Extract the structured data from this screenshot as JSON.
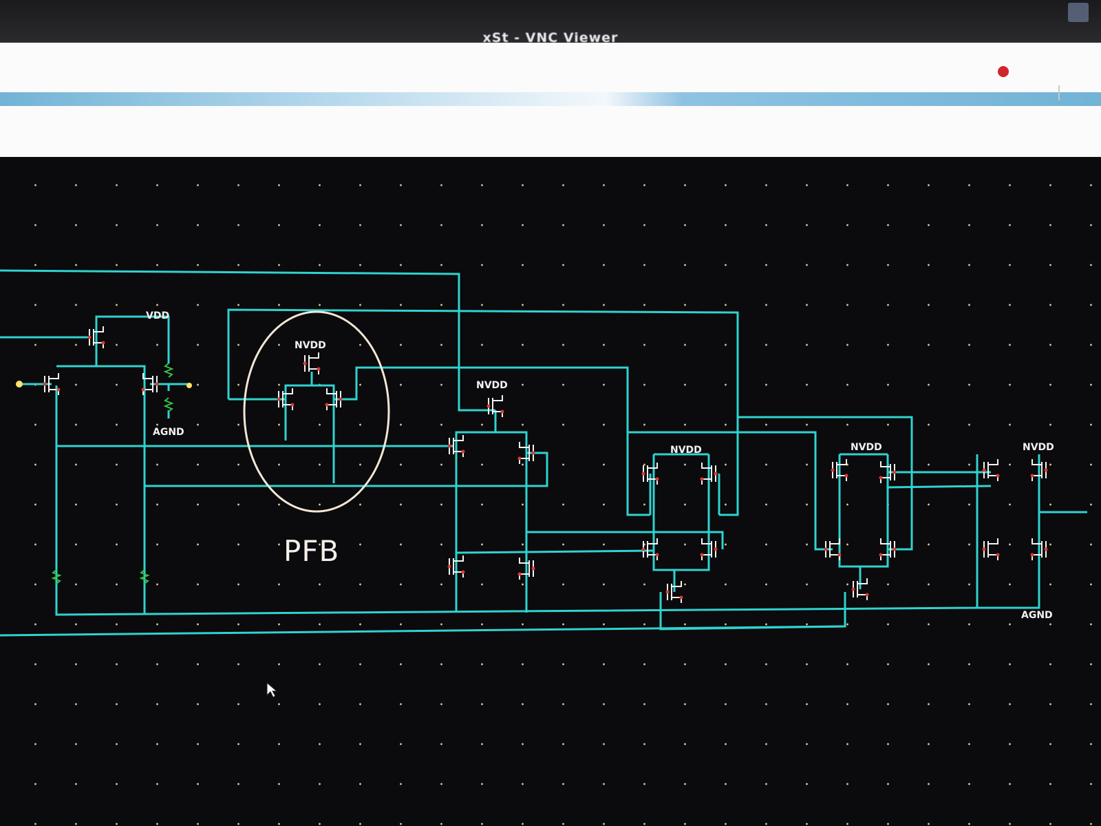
{
  "window": {
    "title": "xSt - VNC Viewer"
  },
  "schematic": {
    "labels": {
      "vdd": "VDD",
      "agnd_left": "AGND",
      "pfb_vdd": "NVDD",
      "stage1_vdd": "NVDD",
      "stage2_vdd": "NVDD",
      "stage3_vdd": "NVDD",
      "stage4_vdd": "NVDD",
      "agnd_right": "AGND"
    },
    "annotation": "PFB"
  },
  "colors": {
    "wire": "#2fd3d0",
    "annotation": "#f3e6d6",
    "pin_red": "#e03b2e",
    "pin_yellow": "#ffe36a",
    "grid_dot": "#c9c08e",
    "close_button": "#d2242c"
  }
}
